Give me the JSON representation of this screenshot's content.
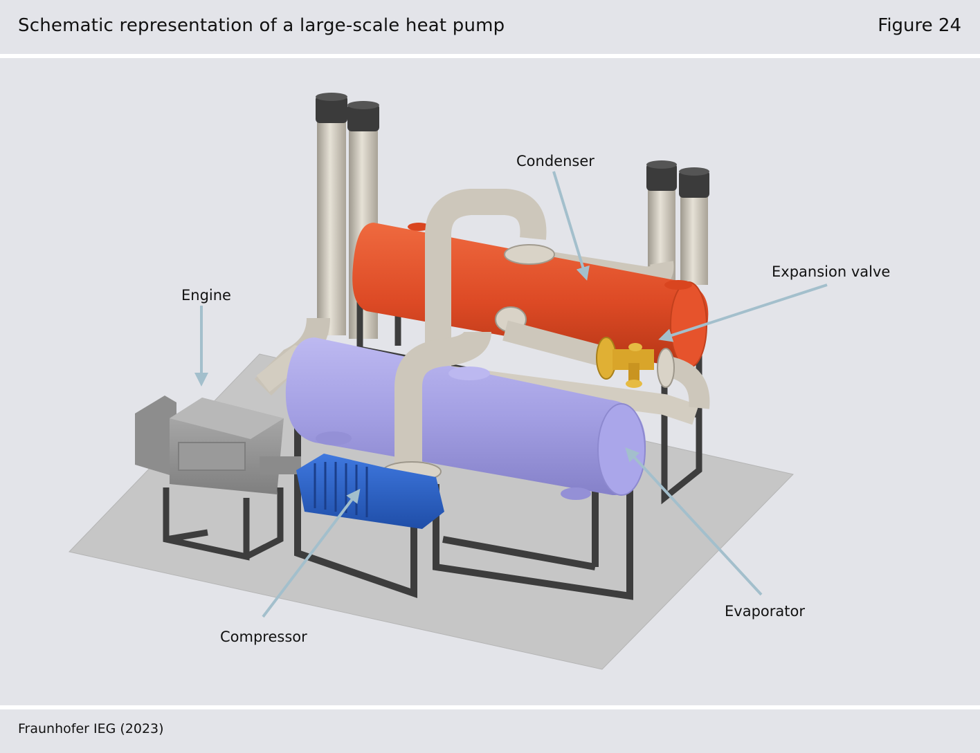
{
  "header": {
    "title": "Schematic representation of a large-scale heat pump",
    "figure": "Figure 24"
  },
  "labels": {
    "condenser": "Condenser",
    "expansion_valve": "Expansion valve",
    "engine": "Engine",
    "evaporator": "Evaporator",
    "compressor": "Compressor"
  },
  "footer": {
    "source": "Fraunhofer IEG (2023)"
  },
  "colors": {
    "background": "#e3e4e9",
    "condenser": "#e2502c",
    "evaporator": "#a7a3e6",
    "compressor": "#2f62c8",
    "engine": "#9a9a9a",
    "pipe": "#cfc9bd",
    "valve": "#e0b034",
    "arrow": "#a3bfcc"
  }
}
